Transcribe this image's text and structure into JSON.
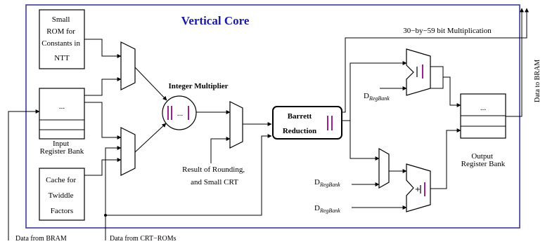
{
  "title": "Vertical Core",
  "rom_lines": [
    "Small",
    "ROM for",
    "Constants in",
    "NTT"
  ],
  "input_bank": {
    "dots": "...",
    "label_lines": [
      "Input",
      "Register Bank"
    ]
  },
  "cache_lines": [
    "Cache for",
    "Twiddle",
    "Factors"
  ],
  "integer_multiplier": {
    "label": "Integer Multiplier",
    "dots": "..."
  },
  "barrett": {
    "line1": "Barrett",
    "line2": "Reduction"
  },
  "rounding_lines": [
    "Result of Rounding,",
    "and Small CRT"
  ],
  "mult_note": "30−by−59 bit Multiplication",
  "output_bank": {
    "dots": "...",
    "label_lines": [
      "Output",
      "Register Bank"
    ]
  },
  "d_main": "D",
  "d_sub": "RegBank",
  "data_to_bram": "Data  to BRAM",
  "data_from_bram": "Data  from BRAM",
  "data_from_crt": "Data  from CRT−ROMs",
  "colors": {
    "title": "#1a1aa0",
    "accent": "#9b1f8f",
    "border": "#3a3a90"
  }
}
